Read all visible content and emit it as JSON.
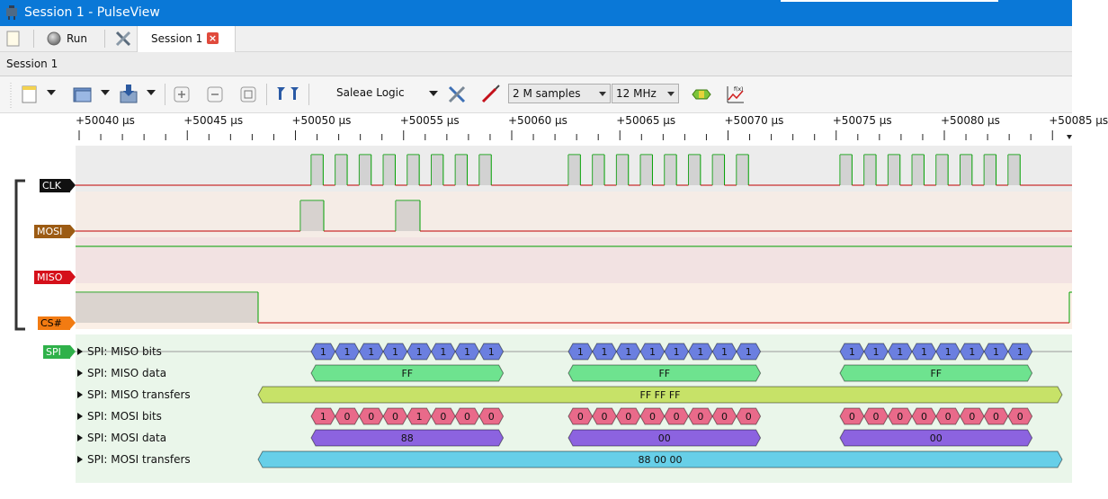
{
  "window": {
    "title": "Session 1 - PulseView"
  },
  "tabbar": {
    "run_label": "Run",
    "session_tab": "Session 1",
    "close_symbol": "×"
  },
  "session": {
    "label": "Session 1"
  },
  "toolbar": {
    "device": "Saleae Logic",
    "samples": "2 M samples",
    "rate": "12 MHz"
  },
  "ruler": {
    "ticks": [
      "+50040 µs",
      "+50045 µs",
      "+50050 µs",
      "+50055 µs",
      "+50060 µs",
      "+50065 µs",
      "+50070 µs",
      "+50075 µs",
      "+50080 µs",
      "+50085 µs"
    ]
  },
  "channels": [
    {
      "name": "CLK",
      "color": "#111111",
      "text_color": "#ffffff"
    },
    {
      "name": "MOSI",
      "color": "#9c5b13",
      "text_color": "#ffffff"
    },
    {
      "name": "MISO",
      "color": "#d5101a",
      "text_color": "#ffffff"
    },
    {
      "name": "CS#",
      "color": "#f27b12",
      "text_color": "#000000"
    }
  ],
  "decoder": {
    "name": "SPI",
    "color": "#2fb14a"
  },
  "rows": [
    {
      "label": "SPI: MISO bits"
    },
    {
      "label": "SPI: MISO data"
    },
    {
      "label": "SPI: MISO transfers"
    },
    {
      "label": "SPI: MOSI bits"
    },
    {
      "label": "SPI: MOSI data"
    },
    {
      "label": "SPI: MOSI transfers"
    }
  ],
  "annotations": {
    "miso_bits": [
      [
        "1",
        "1",
        "1",
        "1",
        "1",
        "1",
        "1",
        "1"
      ],
      [
        "1",
        "1",
        "1",
        "1",
        "1",
        "1",
        "1",
        "1"
      ],
      [
        "1",
        "1",
        "1",
        "1",
        "1",
        "1",
        "1",
        "1"
      ]
    ],
    "miso_data": [
      "FF",
      "FF",
      "FF"
    ],
    "miso_transfer": "FF FF FF",
    "mosi_bits": [
      [
        "1",
        "0",
        "0",
        "0",
        "1",
        "0",
        "0",
        "0"
      ],
      [
        "0",
        "0",
        "0",
        "0",
        "0",
        "0",
        "0",
        "0"
      ],
      [
        "0",
        "0",
        "0",
        "0",
        "0",
        "0",
        "0",
        "0"
      ]
    ],
    "mosi_data": [
      "88",
      "00",
      "00"
    ],
    "mosi_transfer": "88 00 00"
  },
  "colors": {
    "titlebar": "#0a78d7",
    "bits_miso": "#6b7fe0",
    "bits_mosi": "#e96a8a",
    "data_miso": "#6ee38f",
    "data_mosi": "#8c63e0",
    "transfer_miso": "#c7e268",
    "transfer_mosi": "#67cfe8",
    "trace_low": "#c00000",
    "trace_high": "#00a000"
  }
}
